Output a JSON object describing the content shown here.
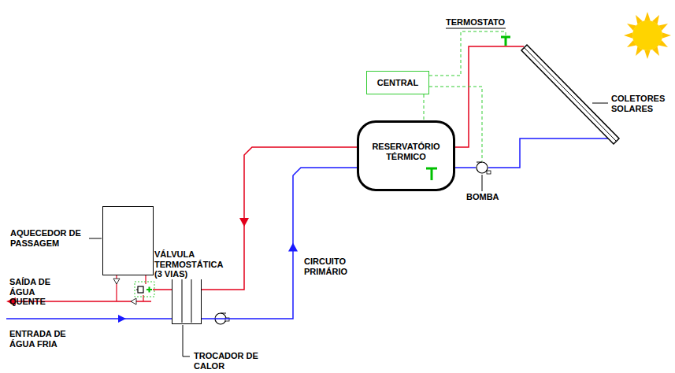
{
  "diagram": {
    "nodes": [
      {
        "text": [
          "CENTRAL"
        ]
      },
      {
        "text": [
          "COLETORES SOLARES"
        ]
      },
      {
        "text": [
          "RESERVATÓRIO TÉRMICO"
        ]
      },
      {
        "text": [
          "BOMBA"
        ]
      },
      {
        "text": [
          "AQUECEDOR DE PASSAGEM"
        ]
      },
      {
        "text": [
          "VÁLVULA TERMOSTÁTICA (3 VIAS)"
        ]
      },
      {
        "text": [
          "TROCADOR DE CALOR"
        ]
      }
    ],
    "edges": [
      {
        "from": 1,
        "to": 2,
        "arrow": "none"
      },
      {
        "from": 2,
        "to": 3,
        "arrow": "none"
      },
      {
        "from": 3,
        "to": 1,
        "arrow": "none"
      },
      {
        "from": 2,
        "to": 6,
        "arrow": "to"
      },
      {
        "from": 6,
        "to": 2,
        "arrow": "to"
      },
      {
        "from": 4,
        "to": 5,
        "arrow": "none"
      },
      {
        "from": 5,
        "to": 6,
        "arrow": "none"
      },
      {
        "from": 0,
        "to": 2,
        "arrow": "none"
      },
      {
        "from": 0,
        "to": 3,
        "arrow": "none"
      }
    ],
    "labels": [
      "TERMOSTATO",
      "CIRCUITO PRIMÁRIO",
      "SAÍDA DE ÁGUA QUENTE",
      "ENTRADA DE ÁGUA FRIA"
    ]
  }
}
